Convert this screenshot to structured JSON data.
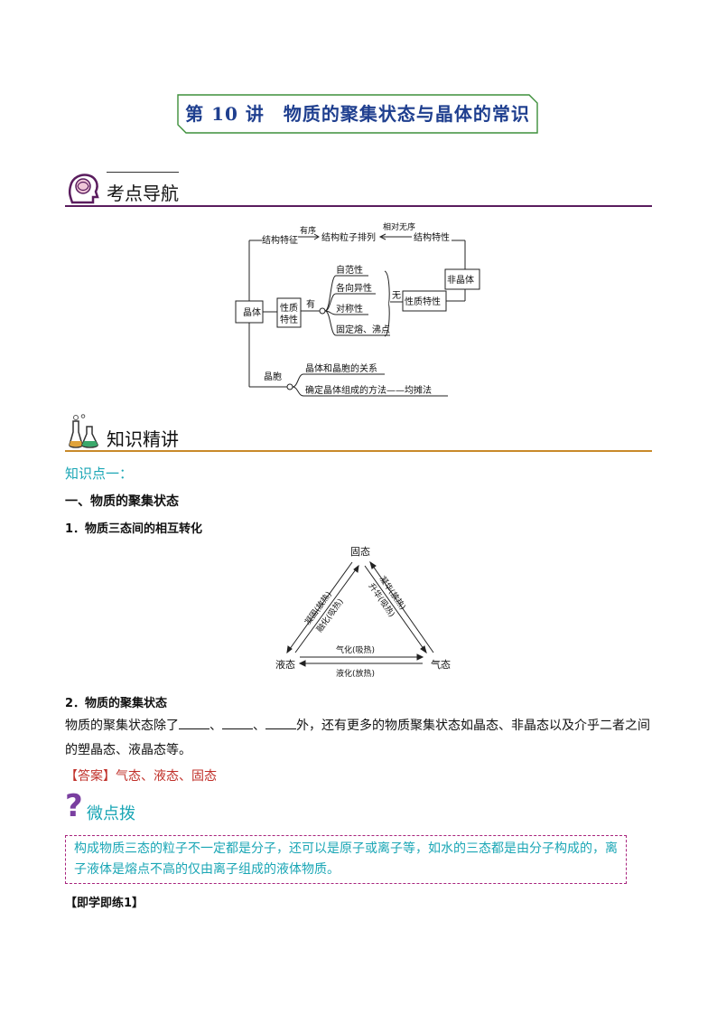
{
  "title": "第 10 讲　物质的聚集状态与晶体的常识",
  "section1": {
    "title": "考点导航"
  },
  "mindmap": {
    "root": "晶体",
    "structure_feature": "结构特征",
    "ordered": "有序",
    "particle_arrangement": "结构粒子排列",
    "relatively_disordered": "相对无序",
    "structure_property": "结构特性",
    "amorphous": "非晶体",
    "property_line1": "性质",
    "property_line2": "特性",
    "have": "有",
    "none": "无",
    "prop_items": [
      "自范性",
      "各向异性",
      "对称性",
      "固定熔、沸点"
    ],
    "amorphous_property": "性质特性",
    "cell": "晶胞",
    "cell_items": [
      "晶体和晶胞的关系",
      "确定晶体组成的方法——均摊法"
    ]
  },
  "section2": {
    "title": "知识精讲"
  },
  "knowledge_point": "知识点一：",
  "heading1": "一、物质的聚集状态",
  "sub1": "1．物质三态间的相互转化",
  "states": {
    "solid": "固态",
    "liquid": "液态",
    "gas": "气态",
    "solidify": "凝固(放热)",
    "melt": "融化(吸热)",
    "deposit": "凝华(放热)",
    "sublime": "升华(吸热)",
    "vaporize": "气化(吸热)",
    "liquefy": "液化(放热)"
  },
  "sub2": "2．物质的聚集状态",
  "paragraph": {
    "prefix": "物质的聚集状态除了",
    "sep": "、",
    "suffix": "外，还有更多的物质聚集状态如晶态、非晶态以及介乎二者之间",
    "line2": "的塑晶态、液晶态等。"
  },
  "answer": {
    "tag": "【答案】",
    "value": "气态、液态、固态"
  },
  "tip": {
    "label": "微点拨",
    "text": "构成物质三态的粒子不一定都是分子，还可以是原子或离子等，如水的三态都是由分子构成的，离子液体是熔点不高的仅由离子组成的液体物质。"
  },
  "practice": "【即学即练1】",
  "colors": {
    "title_blue": "#1f3f8f",
    "accent_teal": "#1aa6b5",
    "purple_rule": "#5a1d5e",
    "orange_rule": "#c98a2a",
    "answer_red": "#c0302a",
    "tip_border": "#a8247d"
  }
}
